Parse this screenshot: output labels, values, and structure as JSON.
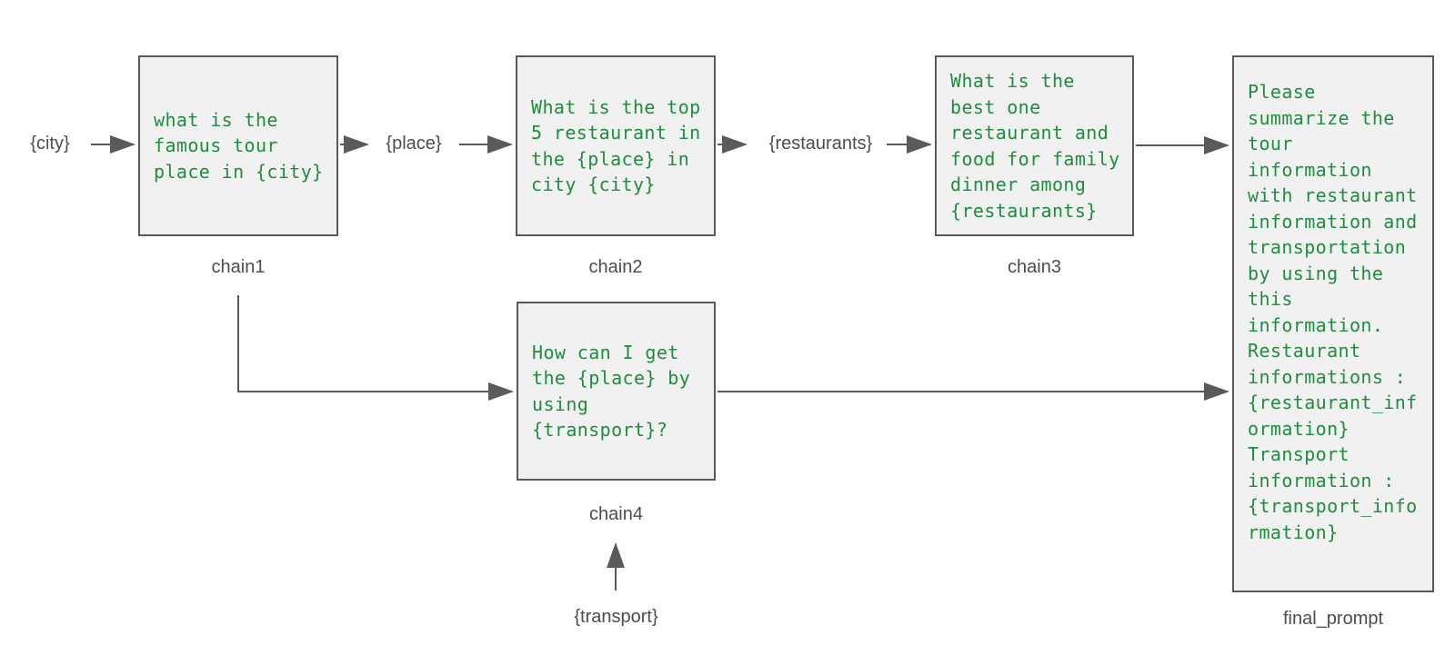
{
  "diagram": {
    "nodes": [
      {
        "id": "chain1",
        "label": "chain1",
        "prompt": "what is the\nfamous tour\nplace in {city}"
      },
      {
        "id": "chain2",
        "label": "chain2",
        "prompt": "What is the top\n5 restaurant in\nthe {place} in\ncity {city}"
      },
      {
        "id": "chain3",
        "label": "chain3",
        "prompt": "What is the\nbest one\nrestaurant and\nfood for family\ndinner among\n{restaurants}"
      },
      {
        "id": "chain4",
        "label": "chain4",
        "prompt": "How can I get\nthe {place} by\nusing\n{transport}?"
      },
      {
        "id": "final_prompt",
        "label": "final_prompt",
        "prompt": "Please\nsummarize the\ntour\ninformation\nwith restaurant\ninformation and\ntransportation\nby using the\nthis\ninformation.\nRestaurant\ninformations :\n{restaurant_inf\normation}\nTransport\ninformation :\n{transport_info\nrmation}"
      }
    ],
    "variables": [
      {
        "id": "city",
        "text": "{city}"
      },
      {
        "id": "place",
        "text": "{place}"
      },
      {
        "id": "restaurants",
        "text": "{restaurants}"
      },
      {
        "id": "transport",
        "text": "{transport}"
      }
    ],
    "colors": {
      "prompt_text": "#1e8e3e",
      "box_fill": "#f1f1f1",
      "box_border": "#5a5a5a",
      "connector": "#5a5a5a",
      "label_text": "#4d4d4d",
      "background": "#ffffff"
    }
  }
}
